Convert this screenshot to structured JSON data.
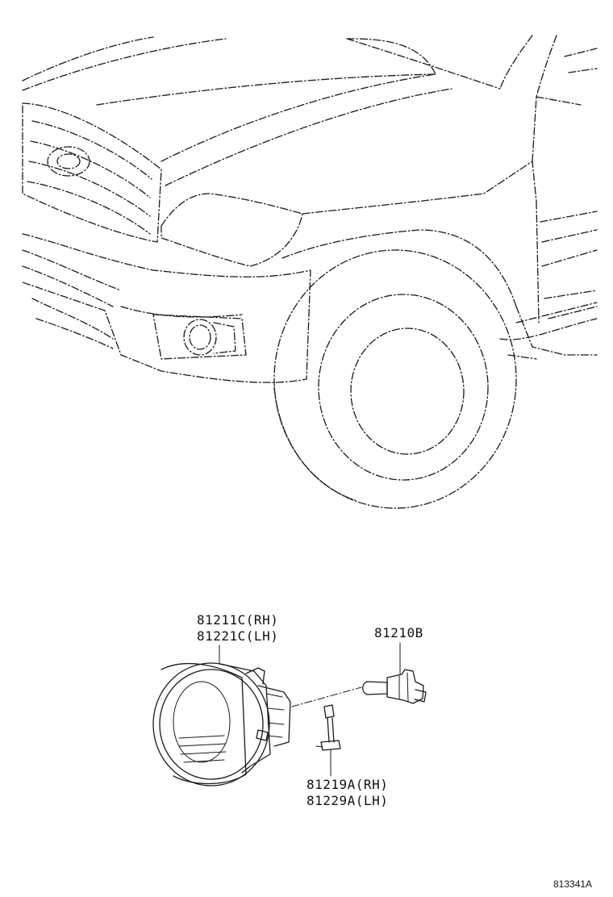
{
  "labels": {
    "fog_lamp_rh": "81211C(RH)",
    "fog_lamp_lh": "81221C(LH)",
    "bulb": "81210B",
    "socket_rh": "81219A(RH)",
    "socket_lh": "81229A(LH)"
  },
  "illustration_code": "813341A"
}
